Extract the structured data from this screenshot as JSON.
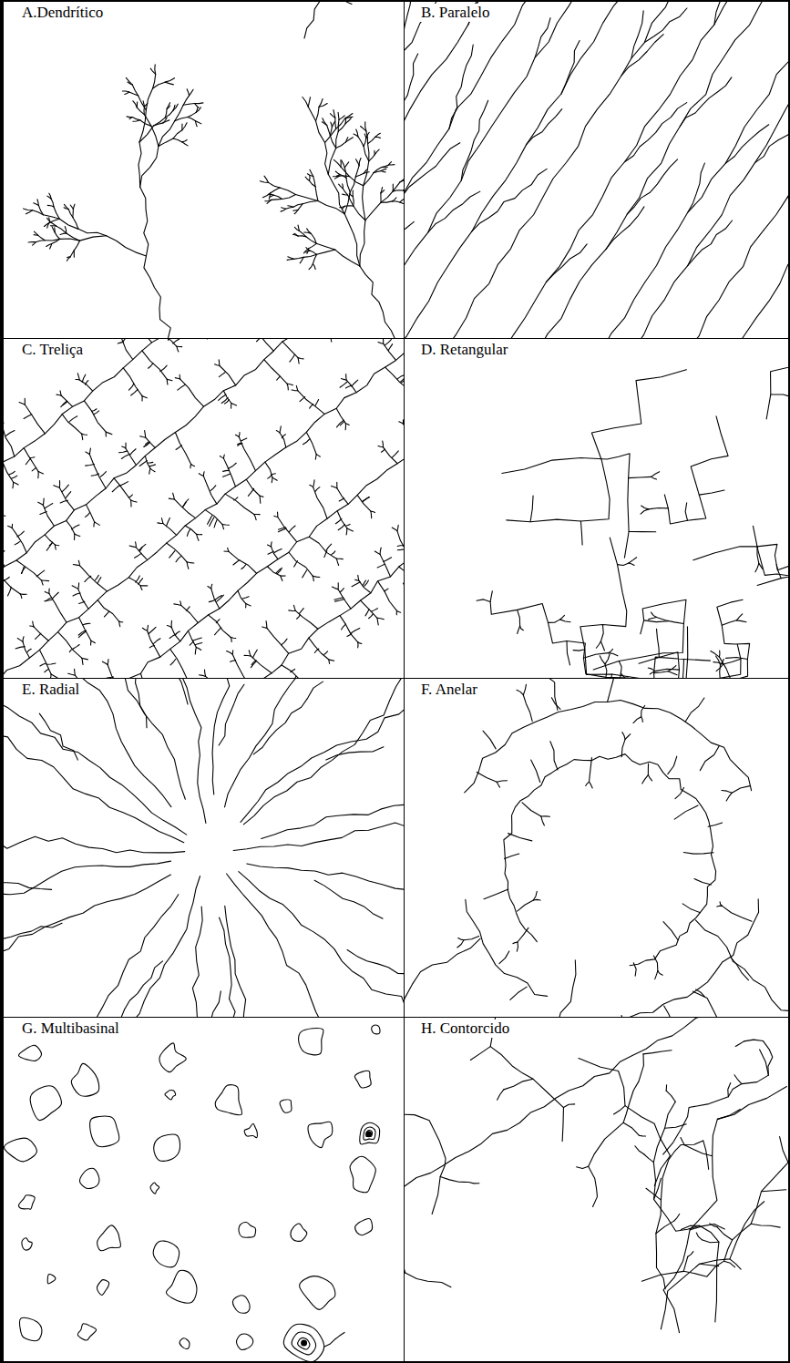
{
  "diagram": {
    "nodes": [
      {
        "text": [
          "A.Dendrítico"
        ]
      },
      {
        "text": [
          "B. Paralelo"
        ]
      },
      {
        "text": [
          "C. Treliça"
        ]
      },
      {
        "text": [
          "D. Retangular"
        ]
      },
      {
        "text": [
          "E. Radial"
        ]
      },
      {
        "text": [
          "F. Anelar"
        ]
      },
      {
        "text": [
          "G. Multibasinal"
        ]
      },
      {
        "text": [
          "H. Contorcido"
        ]
      }
    ]
  }
}
